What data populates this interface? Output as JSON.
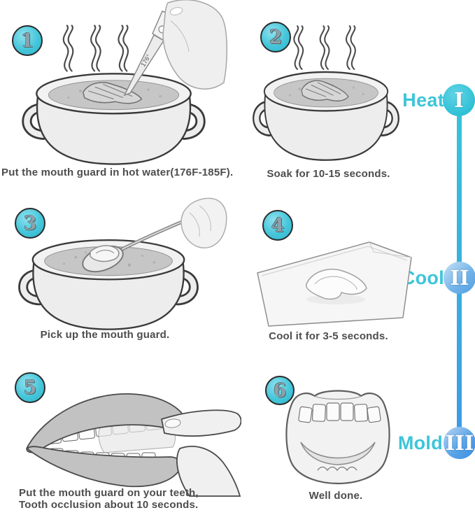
{
  "steps": [
    {
      "number": "1",
      "caption": "Put the mouth guard in hot water(176F-185F)."
    },
    {
      "number": "2",
      "caption": "Soak for 10-15 seconds."
    },
    {
      "number": "3",
      "caption": "Pick up the mouth guard."
    },
    {
      "number": "4",
      "caption": "Cool it for 3-5 seconds."
    },
    {
      "number": "5",
      "caption": "Put the mouth guard on your teeth,\nTooth occlusion about 10 seconds."
    },
    {
      "number": "6",
      "caption": "Well done."
    }
  ],
  "timeline": {
    "stages": [
      {
        "label": "Heat",
        "numeral": "I"
      },
      {
        "label": "Cool",
        "numeral": "II"
      },
      {
        "label": "Mold",
        "numeral": "III"
      }
    ]
  },
  "thermometer": {
    "reading": "176°"
  },
  "colors": {
    "accent_cyan": "#3cc5d9",
    "accent_blue": "#3b8fe0",
    "badge_fill": "#45c6da",
    "caption_gray": "#4d4d4d"
  }
}
